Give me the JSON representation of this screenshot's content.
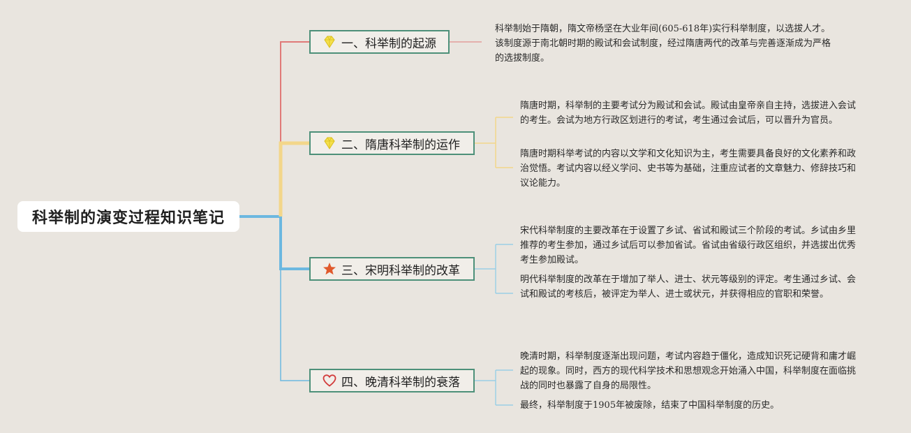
{
  "root": {
    "title": "科举制的演变过程知识笔记"
  },
  "colors": {
    "background": "#e9e5df",
    "branch_border": "#4d9079",
    "red_line": "#e07a78",
    "yellow_line": "#f3d68a",
    "blue_line": "#6cb8e0",
    "star": "#e0592c",
    "heart": "#d23a3a",
    "gem": "#f5e04a"
  },
  "branches": [
    {
      "label": "一、科举制的起源",
      "icon": "gem-icon",
      "notes": [
        "科举制始于隋朝，隋文帝杨坚在大业年间(605-618年)实行科举制度，以选拔人才。该制度源于南北朝时期的殿试和会试制度，经过隋唐两代的改革与完善逐渐成为严格的选拔制度。"
      ]
    },
    {
      "label": "二、隋唐科举制的运作",
      "icon": "gem-icon",
      "notes": [
        "隋唐时期，科举制的主要考试分为殿试和会试。殿试由皇帝亲自主持，选拔进入会试的考生。会试为地方行政区划进行的考试，考生通过会试后，可以晋升为官员。",
        "隋唐时期科举考试的内容以文学和文化知识为主，考生需要具备良好的文化素养和政治觉悟。考试内容以经义学问、史书等为基础，注重应试者的文章魅力、修辞技巧和议论能力。"
      ]
    },
    {
      "label": "三、宋明科举制的改革",
      "icon": "star-icon",
      "notes": [
        "宋代科举制度的主要改革在于设置了乡试、省试和殿试三个阶段的考试。乡试由乡里推荐的考生参加，通过乡试后可以参加省试。省试由省级行政区组织，并选拔出优秀考生参加殿试。",
        "明代科举制度的改革在于增加了举人、进士、状元等级别的评定。考生通过乡试、会试和殿试的考核后，被评定为举人、进士或状元，并获得相应的官职和荣誉。"
      ]
    },
    {
      "label": "四、晚清科举制的衰落",
      "icon": "heart-icon",
      "notes": [
        "晚清时期，科举制度逐渐出现问题，考试内容趋于僵化，造成知识死记硬背和庸才崛起的现象。同时，西方的现代科学技术和思想观念开始涌入中国，科举制度在面临挑战的同时也暴露了自身的局限性。",
        "最终，科举制度于1905年被废除，结束了中国科举制度的历史。"
      ]
    }
  ]
}
